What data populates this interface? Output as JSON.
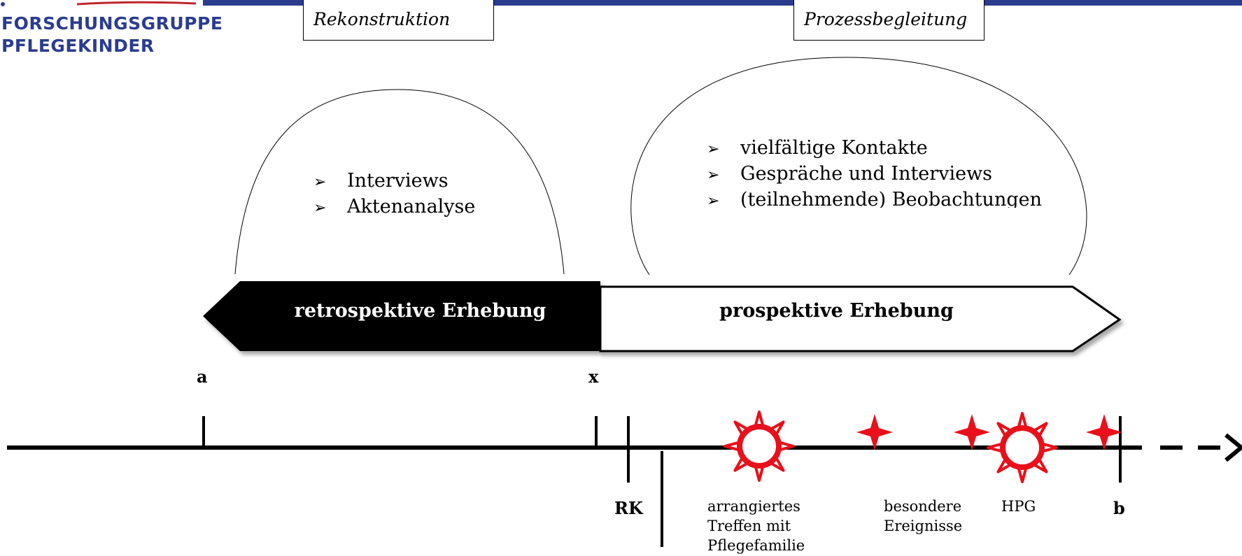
{
  "logo": {
    "line1": "FORSCHUNGSGRUPPE",
    "line2": "PFLEGEKINDER"
  },
  "phases": {
    "left": {
      "label": "Rekonstruktion",
      "items": [
        "Interviews",
        "Aktenanalyse"
      ]
    },
    "right": {
      "label": "Prozessbegleitung",
      "items": [
        "vielfältige Kontakte",
        "Gespräche und Interviews",
        "(teilnehmende) Beobachtungen"
      ]
    }
  },
  "arrows": {
    "left_label": "retrospektive Erhebung",
    "right_label": "prospektive Erhebung"
  },
  "points": {
    "a": "a",
    "x": "x",
    "rk": "RK",
    "b": "b"
  },
  "events": {
    "meeting": [
      "arrangiertes",
      "Treffen mit",
      "Pflegefamilie"
    ],
    "special": [
      "besondere",
      "Ereignisse"
    ],
    "hpg": "HPG"
  },
  "colors": {
    "brand_blue": "#2b3c8f",
    "logo_red": "#c0262d",
    "event_red": "#e8101a",
    "arrow_fill": "#000000"
  },
  "icons": {
    "bullet": "arrowhead-bullet-icon",
    "meeting_marker": "sun-icon",
    "special_event_marker": "four-point-star-icon"
  }
}
